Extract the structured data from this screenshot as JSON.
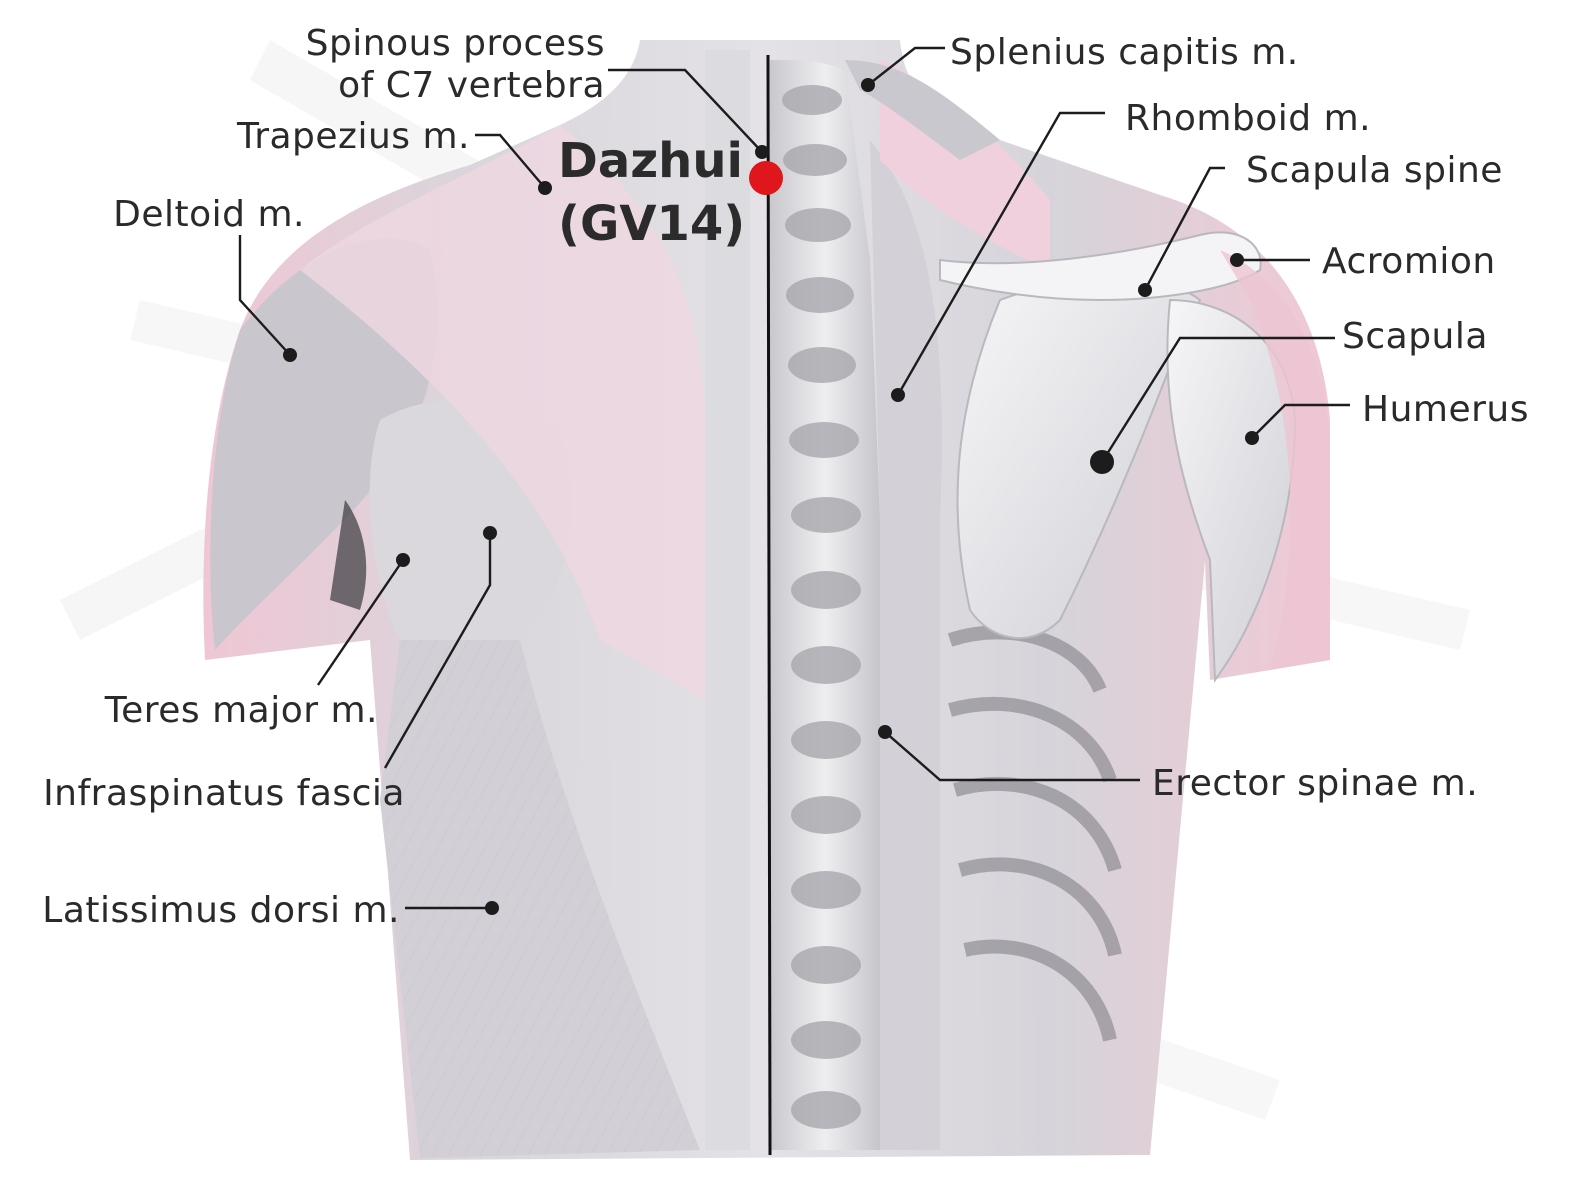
{
  "diagram": {
    "point": {
      "name": "Dazhui",
      "code": "(GV14)",
      "color": "#e0161d"
    },
    "labels": {
      "spinous_process_line1": "Spinous process",
      "spinous_process_line2": "of C7 vertebra",
      "trapezius": "Trapezius m.",
      "deltoid": "Deltoid m.",
      "teres_major": "Teres major m.",
      "infraspinatus_fascia": "Infraspinatus fascia",
      "latissimus_dorsi": "Latissimus dorsi m.",
      "splenius_capitis": "Splenius capitis m.",
      "rhomboid": "Rhomboid m.",
      "scapula_spine": "Scapula spine",
      "acromion": "Acromion",
      "scapula": "Scapula",
      "humerus": "Humerus",
      "erector_spinae": "Erector spinae m."
    },
    "colors": {
      "muscle_pink": "#f2ccd9",
      "muscle_gray": "#d4d3d8",
      "bone_white": "#eeeef1",
      "midline": "#111111"
    }
  }
}
